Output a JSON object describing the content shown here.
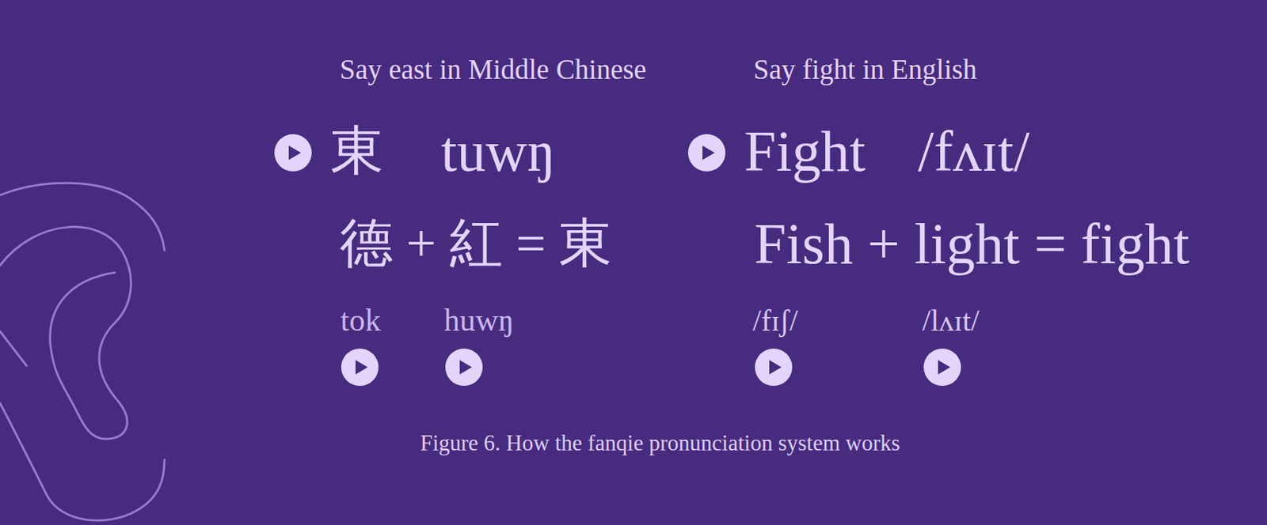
{
  "diagram": {
    "caption": "Figure 6. How the fanqie pronunciation system works",
    "labels": [
      "Say east in Middle Chinese",
      "Say fight in English",
      "東",
      "tuwŋ",
      "Fight",
      "/fʌɪt/",
      "德 + 紅 = 東",
      "Fish + light = fight",
      "tok",
      "huwŋ",
      "/fɪʃ/",
      "/lʌɪt/"
    ]
  }
}
